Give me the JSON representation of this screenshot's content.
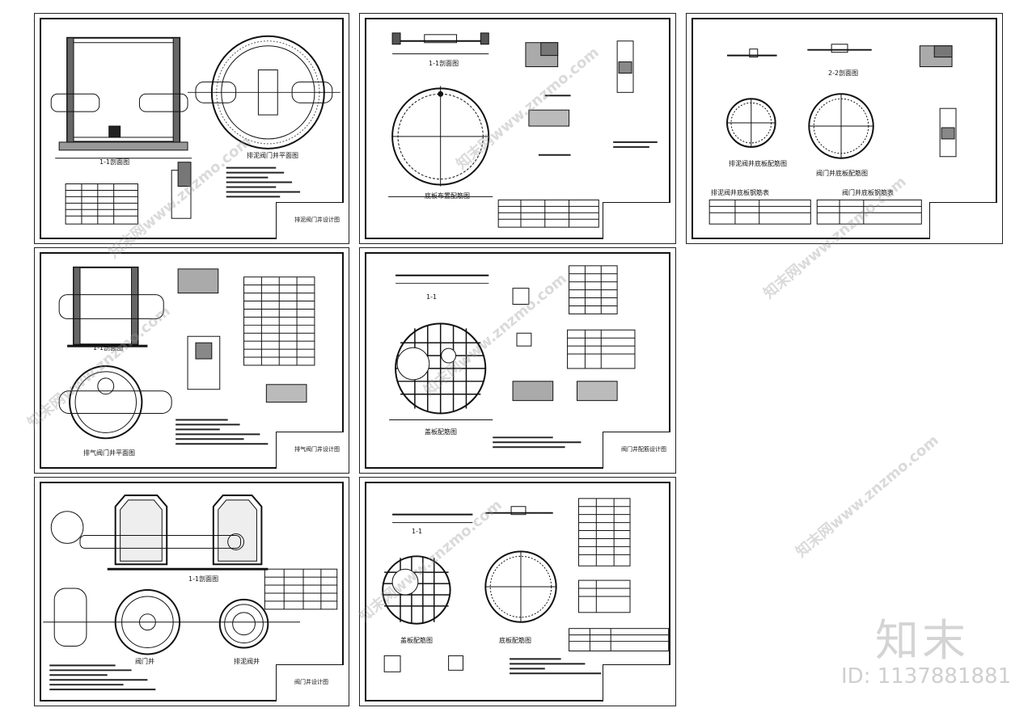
{
  "sheets": [
    {
      "id": "s1",
      "title": "排泥阀门井设计图",
      "captions": [
        "1-1剖面图",
        "排泥阀门井平面图"
      ]
    },
    {
      "id": "s2",
      "title": "",
      "captions": [
        "1-1剖面图",
        "底板布置配筋图"
      ]
    },
    {
      "id": "s3",
      "title": "",
      "captions": [
        "2-2剖面图",
        "排泥阀井底板配筋图",
        "阀门井底板配筋图",
        "排泥阀井底板钢筋表",
        "阀门井底板钢筋表"
      ]
    },
    {
      "id": "s4",
      "title": "排气阀门井设计图",
      "captions": [
        "1-1剖面图",
        "排气阀门井平面图"
      ]
    },
    {
      "id": "s5",
      "title": "阀门井配筋设计图",
      "captions": [
        "1-1",
        "盖板配筋图"
      ]
    },
    {
      "id": "s6",
      "title": "阀门井设计图",
      "captions": [
        "1-1剖面图",
        "阀门井",
        "排泥阀井"
      ]
    },
    {
      "id": "s7",
      "title": "",
      "captions": [
        "1-1",
        "盖板配筋图",
        "底板配筋图"
      ]
    }
  ],
  "watermark": {
    "text": "知末网www.znzmo.com",
    "text_short": "知末网",
    "text_domain": "www.znzmo.com"
  },
  "brand": {
    "logo": "知末",
    "id_label": "ID: 1137881881"
  }
}
